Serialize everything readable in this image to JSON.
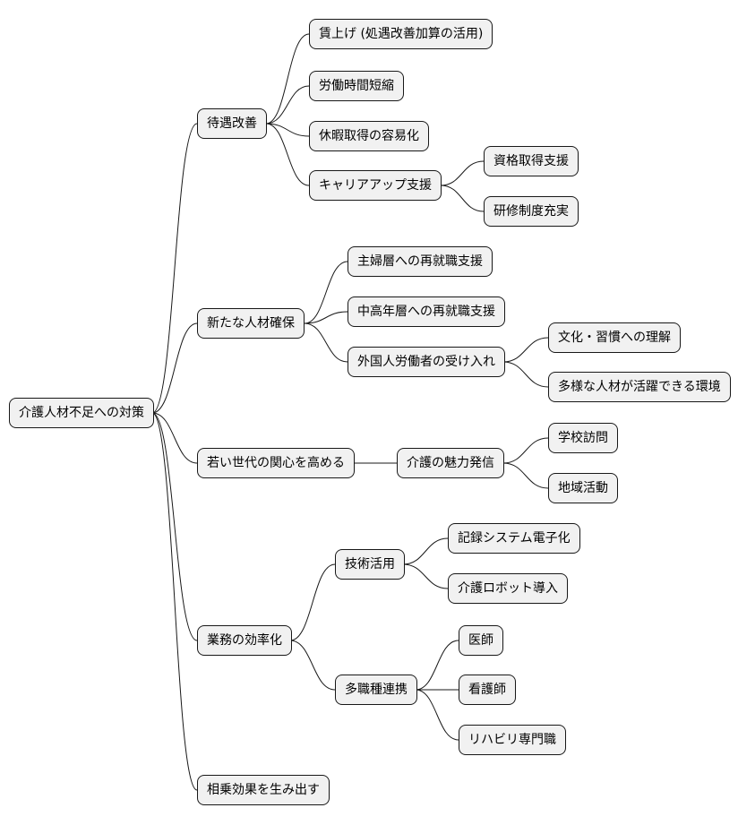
{
  "mindmap": {
    "root": "介護人材不足への対策",
    "branches": [
      {
        "label": "待遇改善",
        "children": [
          {
            "label": "賃上げ (処遇改善加算の活用)"
          },
          {
            "label": "労働時間短縮"
          },
          {
            "label": "休暇取得の容易化"
          },
          {
            "label": "キャリアアップ支援",
            "children": [
              {
                "label": "資格取得支援"
              },
              {
                "label": "研修制度充実"
              }
            ]
          }
        ]
      },
      {
        "label": "新たな人材確保",
        "children": [
          {
            "label": "主婦層への再就職支援"
          },
          {
            "label": "中高年層への再就職支援"
          },
          {
            "label": "外国人労働者の受け入れ",
            "children": [
              {
                "label": "文化・習慣への理解"
              },
              {
                "label": "多様な人材が活躍できる環境"
              }
            ]
          }
        ]
      },
      {
        "label": "若い世代の関心を高める",
        "children": [
          {
            "label": "介護の魅力発信",
            "children": [
              {
                "label": "学校訪問"
              },
              {
                "label": "地域活動"
              }
            ]
          }
        ]
      },
      {
        "label": "業務の効率化",
        "children": [
          {
            "label": "技術活用",
            "children": [
              {
                "label": "記録システム電子化"
              },
              {
                "label": "介護ロボット導入"
              }
            ]
          },
          {
            "label": "多職種連携",
            "children": [
              {
                "label": "医師"
              },
              {
                "label": "看護師"
              },
              {
                "label": "リハビリ専門職"
              }
            ]
          }
        ]
      },
      {
        "label": "相乗効果を生み出す"
      }
    ]
  }
}
